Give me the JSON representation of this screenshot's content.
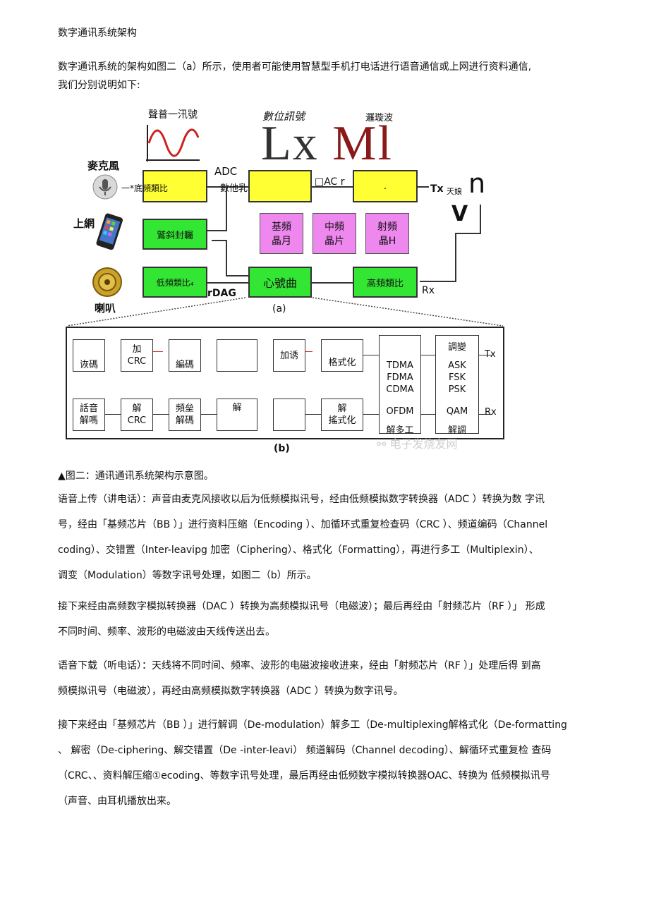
{
  "page_title": "数字通讯系统架构",
  "intro_line1": "数字通讯系统的架构如图二（a）所示，使用者可能使用智慧型手机打电话进行语音通信或上网进行资料通信,",
  "intro_line2": "我们分别说明如下:",
  "figure_a": {
    "label_sound_signal": "聲普一汛號",
    "label_digital_signal": "數位訊號",
    "label_wave": "邏璇波",
    "big_text": "Lx Ml",
    "label_mic": "麥克風",
    "label_net": "上網",
    "label_speaker": "喇叭",
    "label_adc": "ADC",
    "label_low_freq_analog": "一*底頻類比",
    "label_digital": "數他乳號",
    "label_dac_r": "□AC r",
    "label_tx": "Tx",
    "label_antenna": "天娘",
    "label_n": "n",
    "label_v": "V",
    "block_green_mid": "鷲斜封矚",
    "pink_baseband_1": "基頻",
    "pink_baseband_2": "晶月",
    "pink_if_1": "中頻",
    "pink_if_2": "晶片",
    "pink_rf_1": "射頻",
    "pink_rf_2": "晶H",
    "block_lowfreq": "低頻類比₄",
    "label_dag": "rDAG",
    "block_signal": "心號曲",
    "block_highfreq": "高頻類比",
    "label_rx": "Rx",
    "caption": "(a)",
    "dot": "."
  },
  "figure_b": {
    "top_row": [
      "诙碼",
      "加\nCRC",
      "編碼",
      "",
      "加诱",
      "格式化"
    ],
    "bottom_row": [
      "話音\n解嗎",
      "解\nCRC",
      "頻垒\n解碼",
      "解",
      "",
      "解\n搖式化"
    ],
    "mux_lines": [
      "TDMA",
      "FDMA",
      "CDMA",
      "OFDM"
    ],
    "mux_bottom": "解多工",
    "mod_top": "調變",
    "mod_lines": [
      "ASK",
      "FSK",
      "PSK",
      "QAM"
    ],
    "mod_bottom": "解調",
    "tx": "Tx",
    "rx": "Rx",
    "caption": "(b)",
    "watermark": "电子发烧友网"
  },
  "fig_caption": "▲图二：通讯通讯系统架构示意图。",
  "p_upload_1": "语音上传（讲电话）：声音由麦克风接收以后为低频模拟讯号，经由低频模拟数字转换器（ADC ）转换为数 字讯",
  "p_upload_2": "号，经由「基频芯片（BB ）」进行资料压缩（Encoding ）、加循环式重复检查码（CRC ）、频道编码（Channel",
  "p_upload_3": "coding）、交错置（Inter-leavipg 加密（Ciphering）、格式化（Formatting），再进行多工（Multiplexin）、",
  "p_upload_4": "调变（Modulation）等数字讯号处理，如图二（b）所示。",
  "p_next_1": "接下来经由高频数字模拟转换器（DAC ）转换为高频模拟讯号（电磁波）；最后再经由「射频芯片（RF ）」 形成",
  "p_next_2": "不同时间、频率、波形的电磁波由天线传送出去。",
  "p_down_1": "语音下载（听电话）：天线将不同时间、频率、波形的电磁波接收进来，经由「射频芯片（RF ）」处理后得 到高",
  "p_down_2": "频模拟讯号（电磁波），再经由高频模拟数字转换器（ADC ）转换为数字讯号。",
  "p_last_1": "接下来经由「基频芯片（BB ）」进行解调（De-modulation）解多工（De-multiplexing解格式化（De-formatting",
  "p_last_2": "、 解密（De-ciphering、解交错置（De -inter-leavi） 频道解码（Channel decoding）、解循环式重复检 查码",
  "p_last_3": "（CRC、、资料解压缩①ecoding、等数字讯号处理，最后再经由低频数字模拟转换器OAC、转换为 低频模拟讯号",
  "p_last_4": "（声音、由耳机播放出来。"
}
